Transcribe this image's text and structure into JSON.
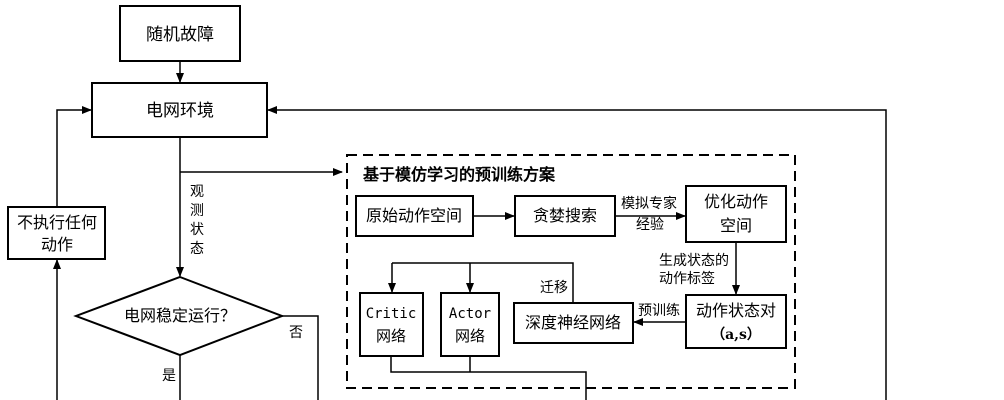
{
  "nodes": {
    "random_fault": "随机故障",
    "grid_env": "电网环境",
    "no_action_1": "不执行任何",
    "no_action_2": "动作",
    "grid_stable": "电网稳定运行？",
    "original_action_space": "原始动作空间",
    "greedy_search": "贪婪搜索",
    "optimized_action_1": "优化动作",
    "optimized_action_2": "空间",
    "state_action_pair_1": "动作状态对",
    "state_action_pair_2": "（a,s）",
    "dnn": "深度神经网络",
    "critic_1": "Critic",
    "critic_2": "网络",
    "actor_1": "Actor",
    "actor_2": "网络"
  },
  "labels": {
    "observe_1": "观",
    "observe_2": "测",
    "observe_3": "状",
    "observe_4": "态",
    "no": "否",
    "yes": "是",
    "imitate_expert_1": "模拟专家",
    "imitate_expert_2": "经验",
    "gen_labels_1": "生成状态的",
    "gen_labels_2": "动作标签",
    "pretrain": "预训练",
    "transfer": "迁移"
  },
  "group": {
    "title": "基于模仿学习的预训练方案"
  }
}
